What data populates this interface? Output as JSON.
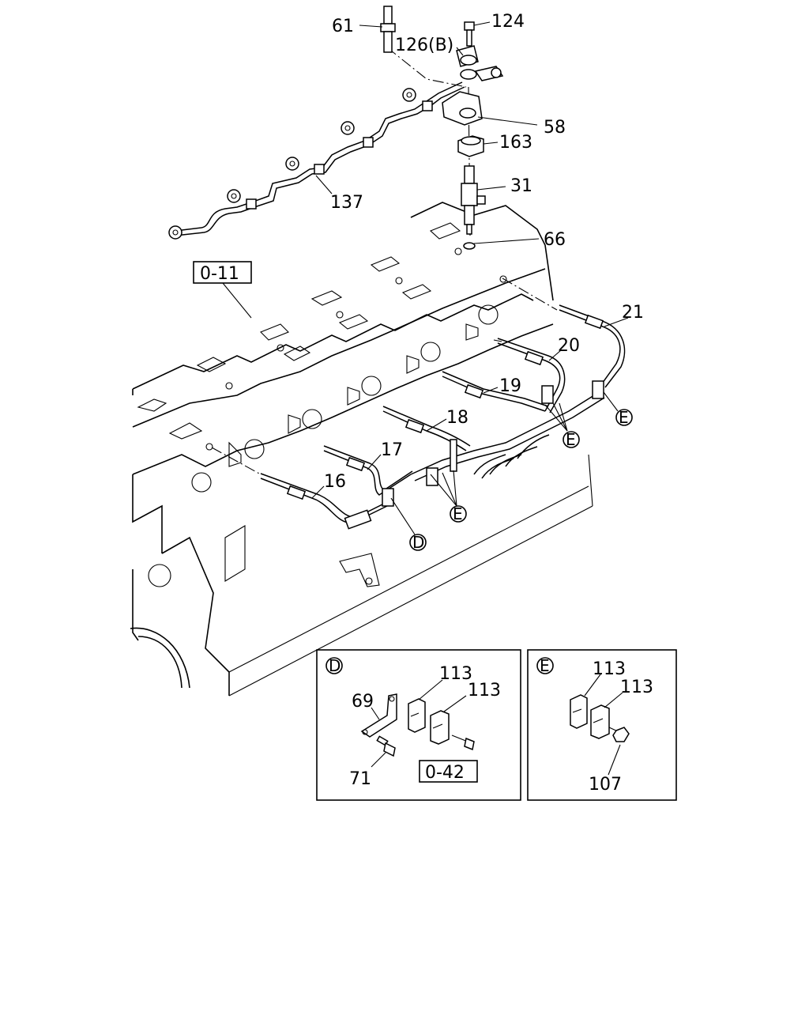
{
  "labels": {
    "p61": "61",
    "p124": "124",
    "p126": "126(B)",
    "p58": "58",
    "p163": "163",
    "p31": "31",
    "p137": "137",
    "p66": "66",
    "p21": "21",
    "p20": "20",
    "p19": "19",
    "p18": "18",
    "p17": "17",
    "p16": "16"
  },
  "refs": {
    "o11": "0-11",
    "o42": "0-42"
  },
  "callouts": {
    "d": "D",
    "e": "E"
  },
  "detail_d": {
    "title": "D",
    "items": {
      "p113a": "113",
      "p113b": "113",
      "p69": "69",
      "p71": "71"
    }
  },
  "detail_e": {
    "title": "E",
    "items": {
      "p113a": "113",
      "p113b": "113",
      "p107": "107"
    }
  }
}
